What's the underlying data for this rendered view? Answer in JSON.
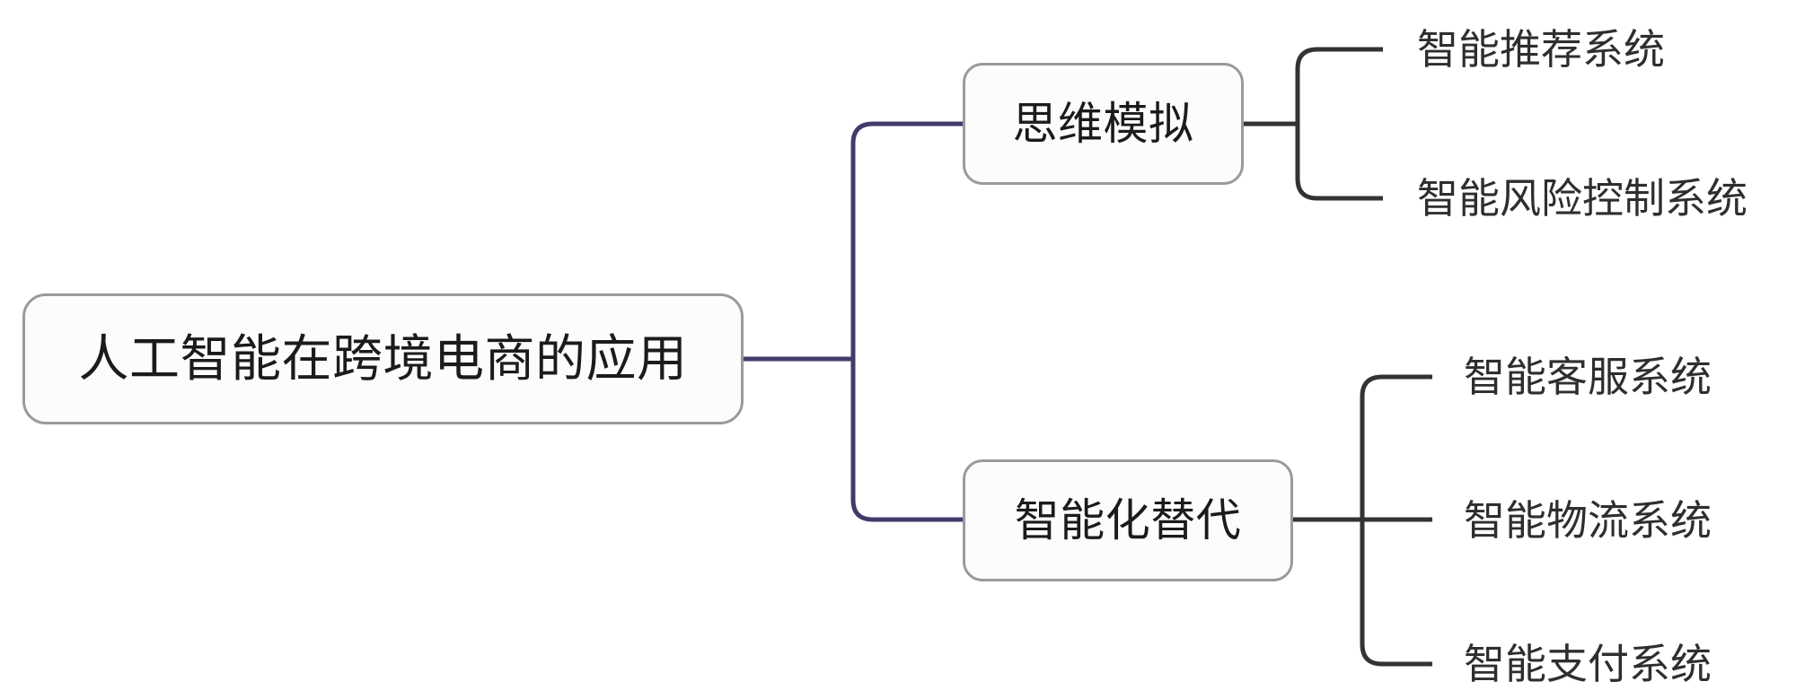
{
  "diagram": {
    "type": "mind-map",
    "orientation": "left-to-right",
    "background_color": "#ffffff",
    "root": {
      "label": "人工智能在跨境电商的应用",
      "box_border_color": "#9a9a9e",
      "box_fill_color": "#fcfcfc",
      "text_color": "#1b1b1b"
    },
    "connector_colors": {
      "root_to_branch": "#433a6b",
      "branch_to_leaf": "#333333"
    },
    "branches": [
      {
        "label": "思维模拟",
        "children": [
          {
            "label": "智能推荐系统"
          },
          {
            "label": "智能风险控制系统"
          }
        ]
      },
      {
        "label": "智能化替代",
        "children": [
          {
            "label": "智能客服系统"
          },
          {
            "label": "智能物流系统"
          },
          {
            "label": "智能支付系统"
          }
        ]
      }
    ]
  }
}
